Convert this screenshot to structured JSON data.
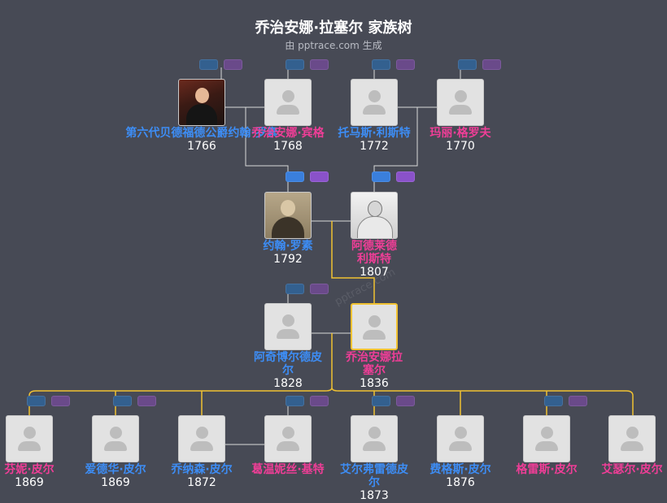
{
  "title": "乔治安娜·拉塞尔 家族树",
  "subtitle": "由 pptrace.com 生成",
  "watermark": "pptrace.com",
  "colors": {
    "male": "#3d8df5",
    "female": "#ef3e97",
    "focus_line": "#f1c232",
    "line": "#d9d9d9"
  },
  "people": {
    "p1": {
      "name": "第六代贝德福德公爵约翰·罗素",
      "year": "1766",
      "gender": "male",
      "photo": "portrait-a"
    },
    "p2": {
      "name": "乔治安娜·宾格",
      "year": "1768",
      "gender": "female",
      "photo": ""
    },
    "p3": {
      "name": "托马斯·利斯特",
      "year": "1772",
      "gender": "male",
      "photo": ""
    },
    "p4": {
      "name": "玛丽·格罗夫",
      "year": "1770",
      "gender": "female",
      "photo": ""
    },
    "p5": {
      "name": "约翰·罗素",
      "year": "1792",
      "gender": "male",
      "photo": "portrait-b"
    },
    "p6": {
      "name": "阿德莱德利斯特",
      "year": "1807",
      "gender": "female",
      "photo": "portrait-c"
    },
    "p7": {
      "name": "阿奇博尔德皮尔",
      "year": "1828",
      "gender": "male",
      "photo": ""
    },
    "p8": {
      "name": "乔治安娜拉塞尔",
      "year": "1836",
      "gender": "female",
      "photo": "",
      "focus": true
    },
    "p9": {
      "name": "芬妮·皮尔",
      "year": "1869",
      "gender": "female",
      "photo": ""
    },
    "p10": {
      "name": "爱德华·皮尔",
      "year": "1869",
      "gender": "male",
      "photo": ""
    },
    "p11": {
      "name": "乔纳森·皮尔",
      "year": "1872",
      "gender": "male",
      "photo": ""
    },
    "p12": {
      "name": "葛温妮丝·基特",
      "year": "",
      "gender": "female",
      "photo": ""
    },
    "p13": {
      "name": "艾尔弗雷德皮尔",
      "year": "1873",
      "gender": "male",
      "photo": ""
    },
    "p14": {
      "name": "费格斯·皮尔",
      "year": "1876",
      "gender": "male",
      "photo": ""
    },
    "p15": {
      "name": "格雷斯·皮尔",
      "year": "",
      "gender": "female",
      "photo": ""
    },
    "p16": {
      "name": "艾瑟尔·皮尔",
      "year": "",
      "gender": "female",
      "photo": ""
    }
  }
}
